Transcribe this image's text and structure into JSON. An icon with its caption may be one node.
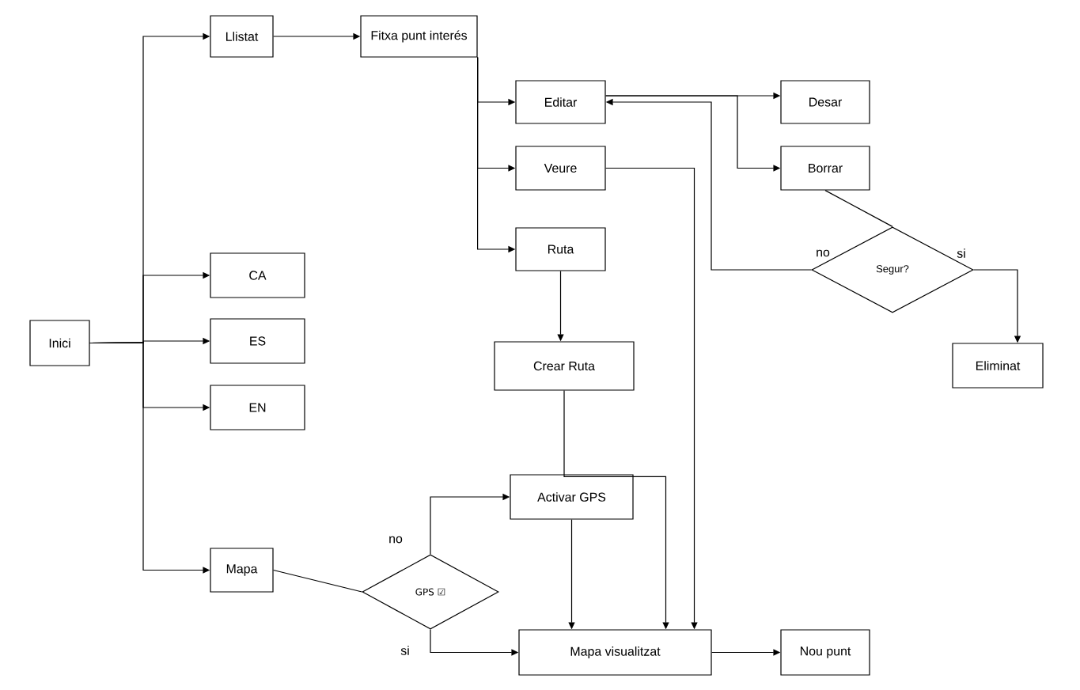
{
  "diagram": {
    "nodes": [
      {
        "text": [
          "Inici"
        ]
      },
      {
        "text": [
          "Llistat"
        ]
      },
      {
        "text": [
          "Fitxa punt interés"
        ]
      },
      {
        "text": [
          "Editar"
        ]
      },
      {
        "text": [
          "Desar"
        ]
      },
      {
        "text": [
          "Veure"
        ]
      },
      {
        "text": [
          "Borrar"
        ]
      },
      {
        "text": [
          "Ruta"
        ]
      },
      {
        "text": [
          "Segur?"
        ]
      },
      {
        "text": [
          "CA"
        ]
      },
      {
        "text": [
          "ES"
        ]
      },
      {
        "text": [
          "Eliminat"
        ]
      },
      {
        "text": [
          "Crear Ruta"
        ]
      },
      {
        "text": [
          "EN"
        ]
      },
      {
        "text": [
          "Activar GPS"
        ]
      },
      {
        "text": [
          "Mapa"
        ]
      },
      {
        "text": [
          "GPS ☑"
        ]
      },
      {
        "text": [
          "Mapa visualitzat"
        ]
      },
      {
        "text": [
          "Nou punt"
        ]
      }
    ],
    "edges": [
      {
        "from": 0,
        "to": 1,
        "arrow": "to"
      },
      {
        "from": 0,
        "to": 9,
        "arrow": "to"
      },
      {
        "from": 0,
        "to": 10,
        "arrow": "to"
      },
      {
        "from": 0,
        "to": 13,
        "arrow": "to"
      },
      {
        "from": 0,
        "to": 15,
        "arrow": "to"
      },
      {
        "from": 1,
        "to": 2,
        "arrow": "to"
      },
      {
        "from": 2,
        "to": 3,
        "arrow": "to"
      },
      {
        "from": 2,
        "to": 5,
        "arrow": "to"
      },
      {
        "from": 2,
        "to": 7,
        "arrow": "to"
      },
      {
        "from": 3,
        "to": 4,
        "arrow": "to"
      },
      {
        "from": 3,
        "to": 6,
        "arrow": "to"
      },
      {
        "from": 6,
        "to": 8,
        "arrow": "none"
      },
      {
        "from": 8,
        "to": 3,
        "arrow": "to",
        "label": "no"
      },
      {
        "from": 8,
        "to": 11,
        "arrow": "to",
        "label": "si"
      },
      {
        "from": 5,
        "to": 17,
        "arrow": "to"
      },
      {
        "from": 7,
        "to": 12,
        "arrow": "to"
      },
      {
        "from": 12,
        "to": 17,
        "arrow": "to"
      },
      {
        "from": 15,
        "to": 16,
        "arrow": "none"
      },
      {
        "from": 16,
        "to": 14,
        "arrow": "to",
        "label": "no"
      },
      {
        "from": 16,
        "to": 17,
        "arrow": "to",
        "label": "si"
      },
      {
        "from": 14,
        "to": 17,
        "arrow": "to"
      },
      {
        "from": 17,
        "to": 18,
        "arrow": "to"
      }
    ]
  }
}
